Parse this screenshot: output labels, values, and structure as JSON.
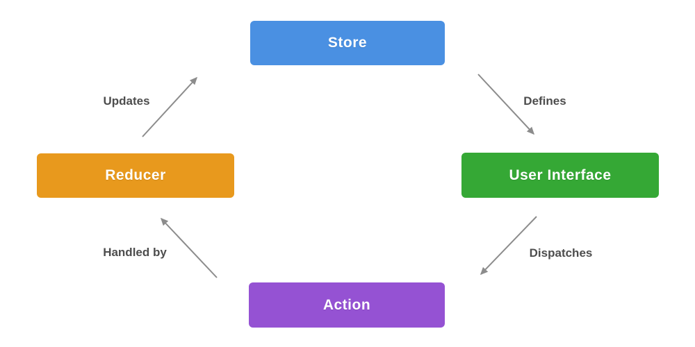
{
  "diagram": {
    "nodes": {
      "store": {
        "label": "Store",
        "color": "#4a90e2"
      },
      "user_interface": {
        "label": "User Interface",
        "color": "#35a835"
      },
      "action": {
        "label": "Action",
        "color": "#9552d3"
      },
      "reducer": {
        "label": "Reducer",
        "color": "#e8991d"
      }
    },
    "edges": {
      "defines": {
        "label": "Defines",
        "from": "Store",
        "to": "User Interface"
      },
      "dispatches": {
        "label": "Dispatches",
        "from": "User Interface",
        "to": "Action"
      },
      "handled_by": {
        "label": "Handled by",
        "from": "Action",
        "to": "Reducer"
      },
      "updates": {
        "label": "Updates",
        "from": "Reducer",
        "to": "Store"
      }
    },
    "arrow_color": "#8c8c8c",
    "edge_label_color": "#4d4d4d",
    "background_color": "#ffffff"
  }
}
